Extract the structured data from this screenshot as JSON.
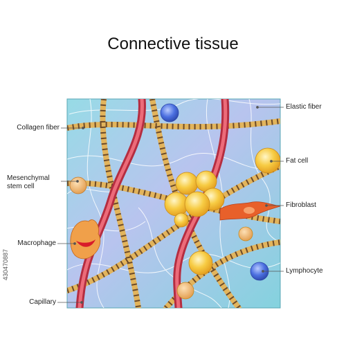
{
  "title": "Connective tissue",
  "labels": {
    "collagen_fiber": "Collagen fiber",
    "mesenchymal_stem_cell_line1": "Mesenchymal",
    "mesenchymal_stem_cell_line2": "stem cell",
    "macrophage": "Macrophage",
    "capillary": "Capillary",
    "elastic_fiber": "Elastic fiber",
    "fat_cell": "Fat cell",
    "fibroblast": "Fibroblast",
    "lymphocyte": "Lymphocyte"
  },
  "stock_id": "430470887",
  "colors": {
    "tissue_background": "#8fd3df",
    "capillary": "#d8485a",
    "collagen": "#e2b45c",
    "collagen_stripe": "#6b4a2a",
    "fat_cell": "#f3c23c",
    "fibroblast": "#e8602a",
    "lymphocyte": "#4a6fd8",
    "macrophage": "#e07a2e",
    "elastic_fiber": "#ffffff"
  }
}
